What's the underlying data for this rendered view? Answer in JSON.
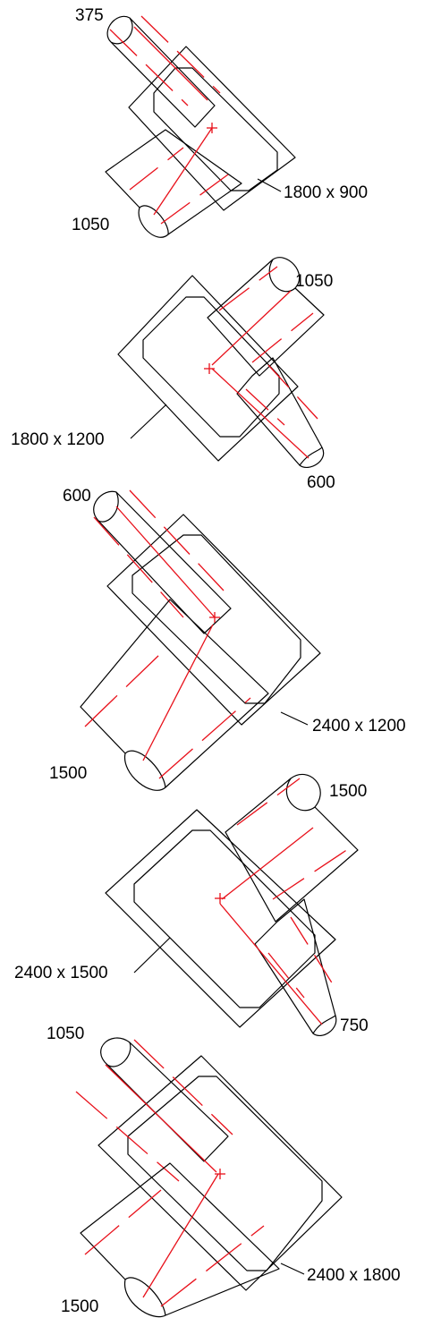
{
  "details": [
    {
      "chamber_size": "1800 x 900",
      "pipe_in": "375",
      "pipe_out": "1050"
    },
    {
      "chamber_size": "1800 x 1200",
      "pipe_in": "1050",
      "pipe_out": "600"
    },
    {
      "chamber_size": "2400 x 1200",
      "pipe_in": "600",
      "pipe_out": "1500"
    },
    {
      "chamber_size": "2400 x 1500",
      "pipe_in": "1500",
      "pipe_out": "750"
    },
    {
      "chamber_size": "2400 x 1800",
      "pipe_in": "1050",
      "pipe_out": "1500"
    }
  ],
  "colors": {
    "line": "#000000",
    "centerline": "#e8101a",
    "concrete_speckle": "#000000"
  }
}
